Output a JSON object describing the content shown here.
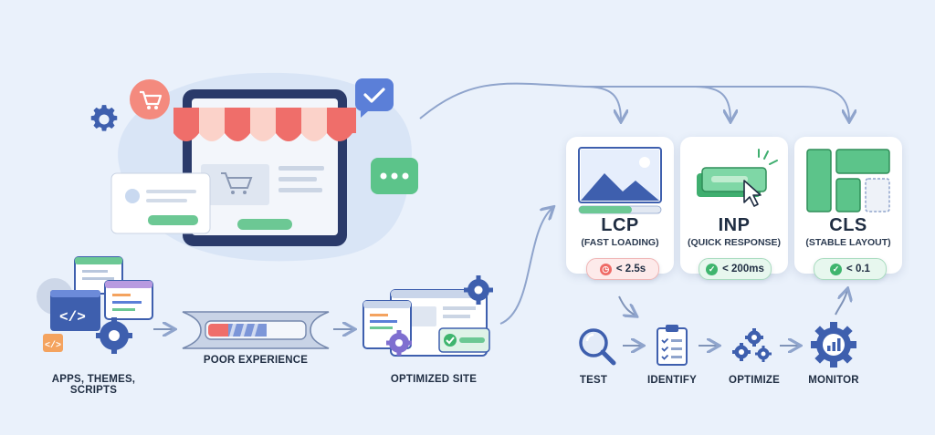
{
  "left": {
    "apps_label_line1": "APPS, THEMES,",
    "apps_label_line2": "SCRIPTS",
    "poor_label": "POOR EXPERIENCE",
    "optimized_label": "OPTIMIZED SITE"
  },
  "metrics": [
    {
      "name": "LCP",
      "desc": "(FAST LOADING)",
      "badge": "< 2.5s",
      "status": "poor"
    },
    {
      "name": "INP",
      "desc": "(QUICK RESPONSE)",
      "badge": "< 200ms",
      "status": "good"
    },
    {
      "name": "CLS",
      "desc": "(STABLE LAYOUT)",
      "badge": "< 0.1",
      "status": "good"
    }
  ],
  "steps": [
    "TEST",
    "IDENTIFY",
    "OPTIMIZE",
    "MONITOR"
  ],
  "colors": {
    "background": "#eaf1fb",
    "accent_green": "#5cc48a",
    "accent_red": "#ef6a66",
    "accent_blue": "#3d6fd0",
    "line": "#8fa4cc"
  },
  "icons": [
    "gear-icon",
    "cart-icon",
    "check-icon",
    "ellipsis-icon",
    "code-icon",
    "magnifier-icon",
    "clipboard-icon",
    "gears-icon",
    "monitor-gear-icon",
    "clock-icon",
    "cursor-icon"
  ]
}
